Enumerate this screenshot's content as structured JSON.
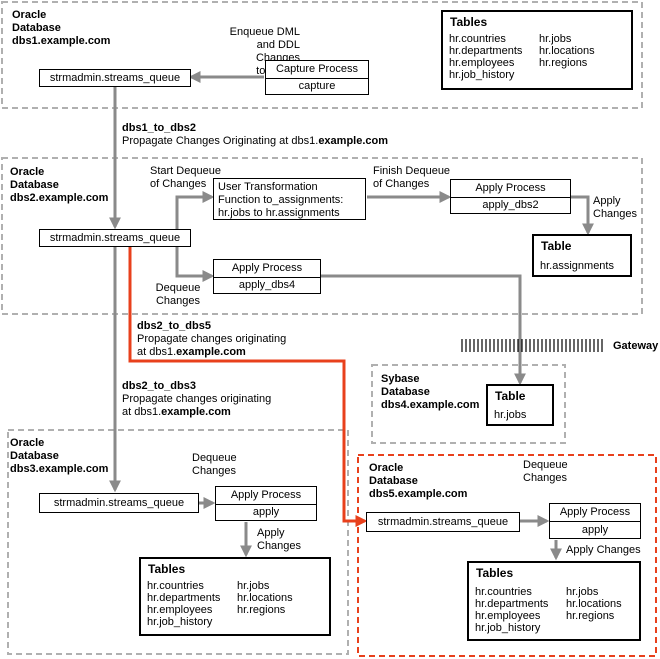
{
  "nodes": {
    "dbs1": {
      "label1": "Oracle",
      "label2": "Database",
      "label3": "dbs1.example.com",
      "queue": "strmadmin.streams_queue",
      "capture_title": "Capture Process",
      "capture_name": "capture",
      "enqueue_lines": [
        "Enqueue DML",
        "and DDL",
        "Changes",
        "to Tables"
      ],
      "tables_title": "Tables",
      "tables_col1": [
        "hr.countries",
        "hr.departments",
        "hr.employees",
        "hr.job_history"
      ],
      "tables_col2": [
        "hr.jobs",
        "hr.locations",
        "hr.regions"
      ]
    },
    "dbs2": {
      "label1": "Oracle",
      "label2": "Database",
      "label3": "dbs2.example.com",
      "queue": "strmadmin.streams_queue",
      "start_dequeue": [
        "Start Dequeue",
        "of Changes"
      ],
      "transform_lines": [
        "User Transformation",
        "Function to_assignments:",
        "hr.jobs to hr.assignments"
      ],
      "finish_dequeue": [
        "Finish Dequeue",
        "of Changes"
      ],
      "apply1_title": "Apply Process",
      "apply1_name": "apply_dbs2",
      "apply_changes": [
        "Apply",
        "Changes"
      ],
      "table_title": "Table",
      "table_row": "hr.assignments",
      "dequeue": [
        "Dequeue",
        "Changes"
      ],
      "apply2_title": "Apply Process",
      "apply2_name": "apply_dbs4"
    },
    "gateway": "Gateway",
    "dbs4": {
      "label1": "Sybase",
      "label2": "Database",
      "label3": "dbs4.example.com",
      "table_title": "Table",
      "table_row": "hr.jobs"
    },
    "dbs3": {
      "label1": "Oracle",
      "label2": "Database",
      "label3": "dbs3.example.com",
      "queue": "strmadmin.streams_queue",
      "dequeue": [
        "Dequeue",
        "Changes"
      ],
      "apply_title": "Apply Process",
      "apply_name": "apply",
      "apply_changes": [
        "Apply",
        "Changes"
      ],
      "tables_title": "Tables",
      "tables_col1": [
        "hr.countries",
        "hr.departments",
        "hr.employees",
        "hr.job_history"
      ],
      "tables_col2": [
        "hr.jobs",
        "hr.locations",
        "hr.regions"
      ]
    },
    "dbs5": {
      "label1": "Oracle",
      "label2": "Database",
      "label3": "dbs5.example.com",
      "queue": "strmadmin.streams_queue",
      "dequeue": [
        "Dequeue",
        "Changes"
      ],
      "apply_title": "Apply Process",
      "apply_name": "apply",
      "apply_changes": "Apply Changes",
      "tables_title": "Tables",
      "tables_col1": [
        "hr.countries",
        "hr.departments",
        "hr.employees",
        "hr.job_history"
      ],
      "tables_col2": [
        "hr.jobs",
        "hr.locations",
        "hr.regions"
      ]
    }
  },
  "edges": {
    "p12_name": "dbs1_to_dbs2",
    "p12_desc": "Propagate Changes Originating at dbs1.",
    "p12_bold": "example.com",
    "p25_name": "dbs2_to_dbs5",
    "p25_desc": "Propagate changes originating",
    "p25_desc2": "at dbs1.",
    "p25_bold": "example.com",
    "p23_name": "dbs2_to_dbs3",
    "p23_desc": "Propagate changes originating",
    "p23_desc2": "at dbs1.",
    "p23_bold": "example.com"
  },
  "colors": {
    "arrow": "#8a8a8a",
    "highlight": "#e8401c",
    "dash_gray": "#b0b0b0"
  }
}
